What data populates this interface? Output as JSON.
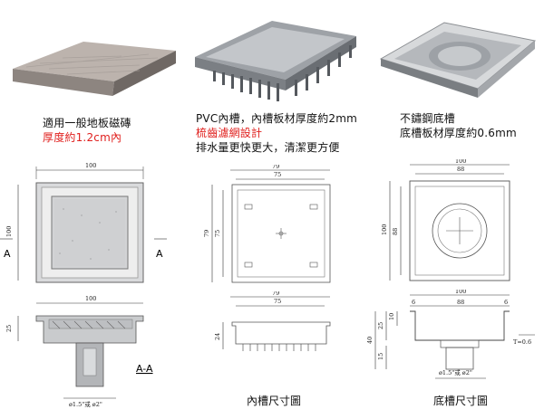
{
  "captions": {
    "tile": {
      "line1": "適用一般地板磁磚",
      "line2": "厚度約1.2cm內"
    },
    "pvc": {
      "line1": "PVC內槽，內槽板材厚度約2mm",
      "line2": "梳齒濾網設計",
      "line3": "排水量更快更大，清潔更方便"
    },
    "steel": {
      "line1": "不鏽鋼底槽",
      "line2": "底槽板材厚度約0.6mm"
    }
  },
  "drawings": {
    "left_top": {
      "width": "100",
      "height": "100",
      "section_mark_left": "A",
      "section_mark_right": "A"
    },
    "left_bottom": {
      "width": "100",
      "height": "25",
      "pipe": "ø1.5\"或 ø2\"",
      "section_label": "A-A"
    },
    "mid_top": {
      "outer": "79",
      "inner": "75",
      "height_outer": "79",
      "height_inner": "75"
    },
    "mid_bottom": {
      "outer": "79",
      "inner": "75",
      "height": "24",
      "title": "內槽尺寸圖"
    },
    "right_top": {
      "outer": "100",
      "inner": "88",
      "height_outer": "100",
      "height_inner": "88"
    },
    "right_bottom": {
      "outer": "100",
      "left": "6",
      "inner": "88",
      "right": "6",
      "h40": "40",
      "h25": "25",
      "h10": "10",
      "h15": "15",
      "thickness": "T=0.6",
      "pipe": "ø1.5\"或 ø2\"",
      "title": "底槽尺寸圖"
    }
  },
  "colors": {
    "accent": "#e0201e"
  }
}
